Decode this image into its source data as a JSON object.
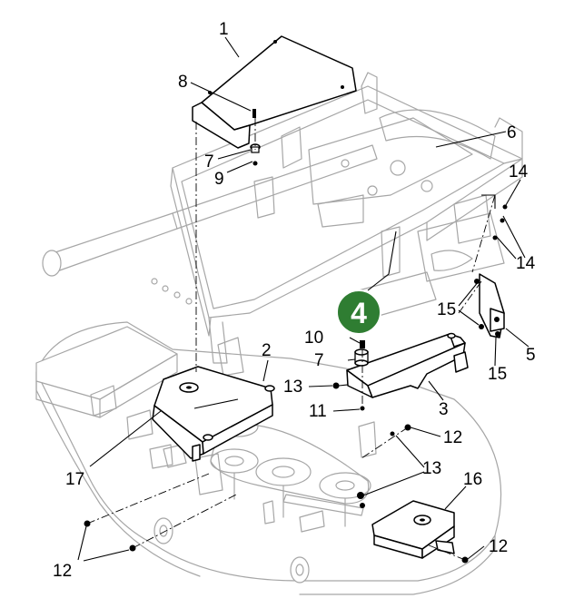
{
  "diagram": {
    "step_badge": {
      "label": "4",
      "color": "#2f7d32"
    },
    "callouts": [
      {
        "id": "c1",
        "label": "1"
      },
      {
        "id": "c8",
        "label": "8"
      },
      {
        "id": "c7a",
        "label": "7"
      },
      {
        "id": "c9",
        "label": "9"
      },
      {
        "id": "c6",
        "label": "6"
      },
      {
        "id": "c14a",
        "label": "14"
      },
      {
        "id": "c14b",
        "label": "14"
      },
      {
        "id": "c15a",
        "label": "15"
      },
      {
        "id": "c15b",
        "label": "15"
      },
      {
        "id": "c5",
        "label": "5"
      },
      {
        "id": "c2",
        "label": "2"
      },
      {
        "id": "c10",
        "label": "10"
      },
      {
        "id": "c7b",
        "label": "7"
      },
      {
        "id": "c13a",
        "label": "13"
      },
      {
        "id": "c11",
        "label": "11"
      },
      {
        "id": "c3",
        "label": "3"
      },
      {
        "id": "c12a",
        "label": "12"
      },
      {
        "id": "c13b",
        "label": "13"
      },
      {
        "id": "c17",
        "label": "17"
      },
      {
        "id": "c16",
        "label": "16"
      },
      {
        "id": "c12b",
        "label": "12"
      },
      {
        "id": "c12c",
        "label": "12"
      }
    ]
  }
}
